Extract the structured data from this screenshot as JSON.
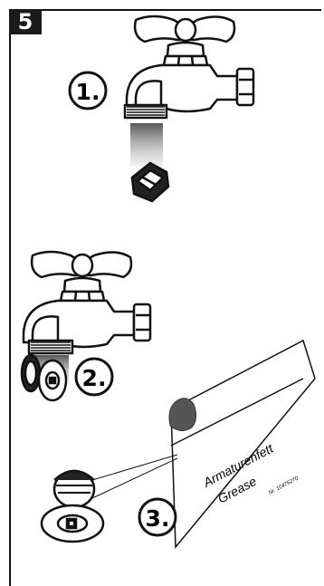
{
  "step": {
    "number": "5"
  },
  "steps": [
    {
      "label": "1."
    },
    {
      "label": "2."
    },
    {
      "label": "3."
    }
  ],
  "grease_package": {
    "line1": "Armaturenfett",
    "line2": "Grease",
    "part_number": "Nr. 10476270"
  },
  "icons": [
    "faucet-icon",
    "aerator-icon",
    "grease-tube-icon"
  ]
}
